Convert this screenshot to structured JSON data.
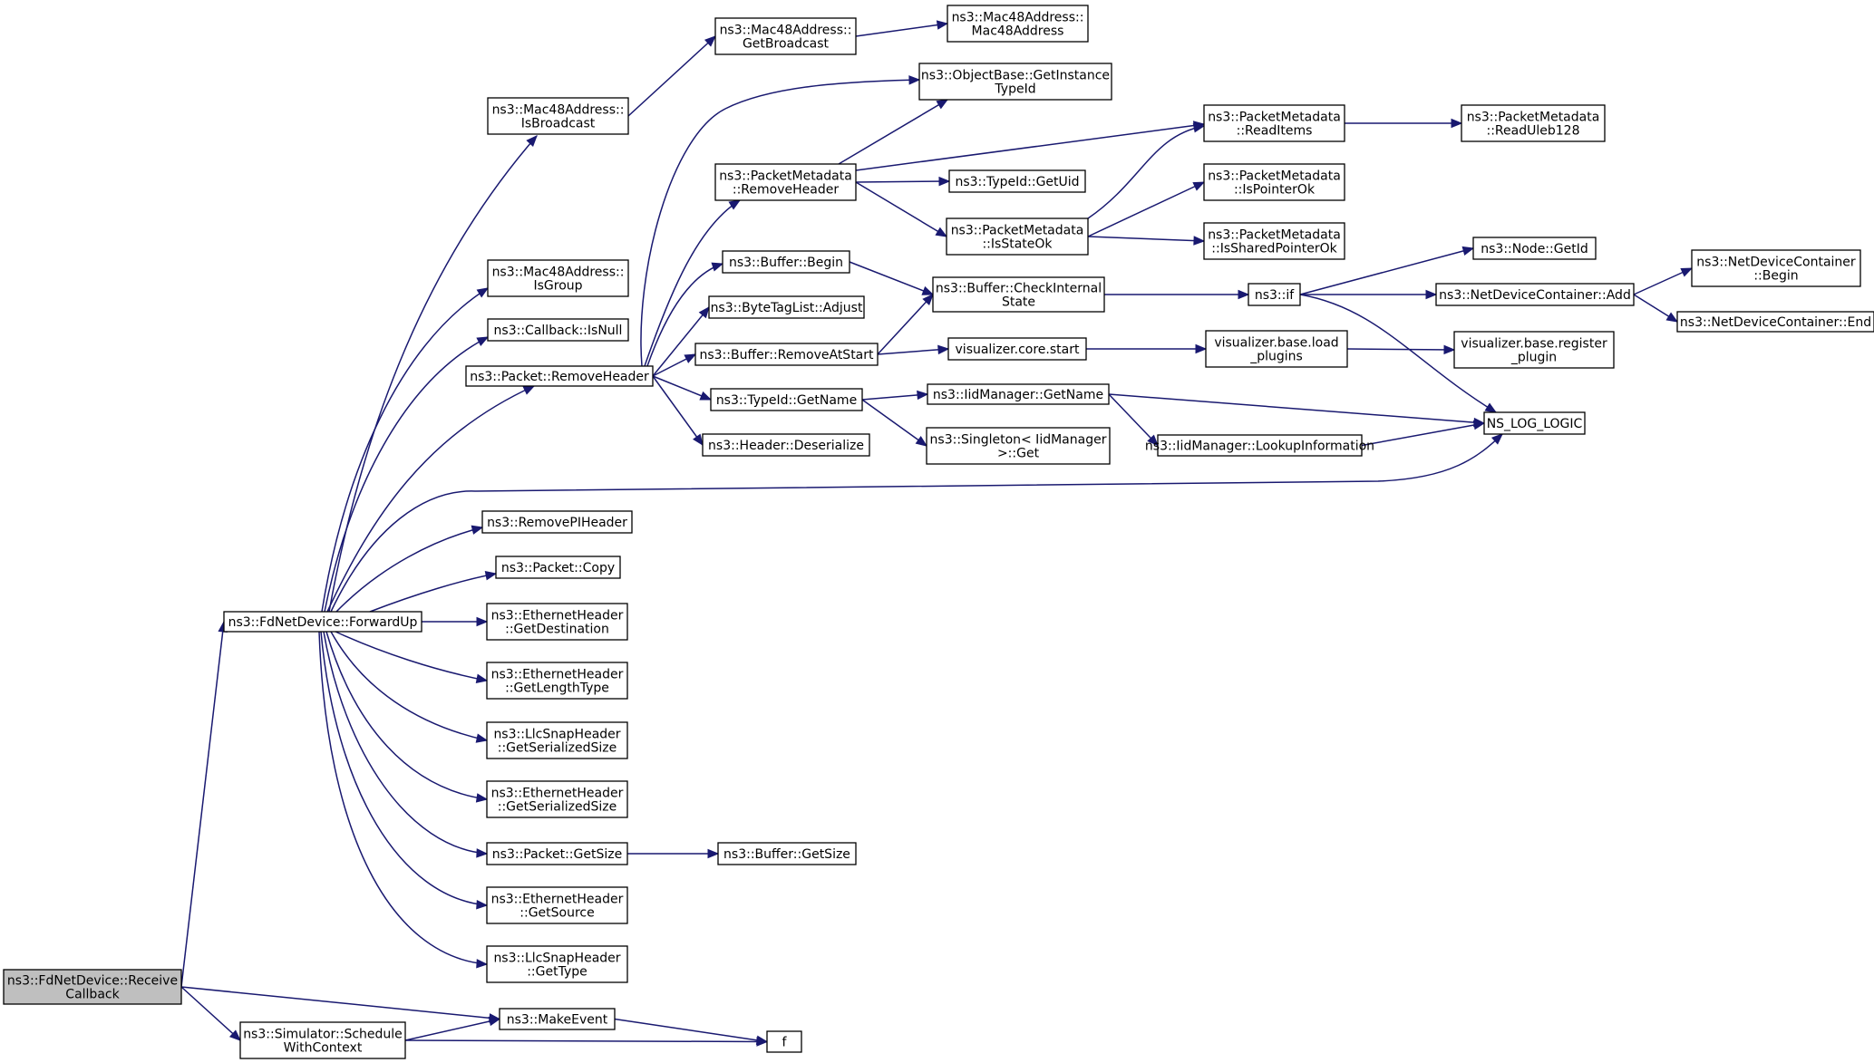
{
  "diagram": {
    "type": "call-graph",
    "colors": {
      "edge": "#191970",
      "node_fill": "#ffffff",
      "root_fill": "#bfbfbf",
      "node_border": "#000000"
    },
    "nodes": [
      {
        "id": "n0",
        "label": [
          "ns3::FdNetDevice::Receive",
          "Callback"
        ],
        "root": true
      },
      {
        "id": "n1",
        "label": [
          "ns3::FdNetDevice::ForwardUp"
        ]
      },
      {
        "id": "n2",
        "label": [
          "ns3::MakeEvent"
        ]
      },
      {
        "id": "n3",
        "label": [
          "ns3::Simulator::Schedule",
          "WithContext"
        ]
      },
      {
        "id": "n4",
        "label": [
          "f"
        ]
      },
      {
        "id": "n5",
        "label": [
          "ns3::Mac48Address::",
          "IsBroadcast"
        ]
      },
      {
        "id": "n6",
        "label": [
          "ns3::Mac48Address::",
          "IsGroup"
        ]
      },
      {
        "id": "n7",
        "label": [
          "ns3::Callback::IsNull"
        ]
      },
      {
        "id": "n8",
        "label": [
          "ns3::Packet::RemoveHeader"
        ]
      },
      {
        "id": "n9",
        "label": [
          "ns3::RemovePIHeader"
        ]
      },
      {
        "id": "n10",
        "label": [
          "ns3::Packet::Copy"
        ]
      },
      {
        "id": "n11",
        "label": [
          "ns3::EthernetHeader",
          "::GetDestination"
        ]
      },
      {
        "id": "n12",
        "label": [
          "ns3::EthernetHeader",
          "::GetLengthType"
        ]
      },
      {
        "id": "n13",
        "label": [
          "ns3::LlcSnapHeader",
          "::GetSerializedSize"
        ]
      },
      {
        "id": "n14",
        "label": [
          "ns3::EthernetHeader",
          "::GetSerializedSize"
        ]
      },
      {
        "id": "n15",
        "label": [
          "ns3::Packet::GetSize"
        ]
      },
      {
        "id": "n16",
        "label": [
          "ns3::EthernetHeader",
          "::GetSource"
        ]
      },
      {
        "id": "n17",
        "label": [
          "ns3::LlcSnapHeader",
          "::GetType"
        ]
      },
      {
        "id": "n18",
        "label": [
          "NS_LOG_LOGIC"
        ]
      },
      {
        "id": "n19",
        "label": [
          "ns3::Mac48Address::",
          "GetBroadcast"
        ]
      },
      {
        "id": "n20",
        "label": [
          "ns3::Mac48Address::",
          "Mac48Address"
        ]
      },
      {
        "id": "n21",
        "label": [
          "ns3::ObjectBase::GetInstance",
          "TypeId"
        ]
      },
      {
        "id": "n22",
        "label": [
          "ns3::PacketMetadata",
          "::RemoveHeader"
        ]
      },
      {
        "id": "n23",
        "label": [
          "ns3::Buffer::Begin"
        ]
      },
      {
        "id": "n24",
        "label": [
          "ns3::ByteTagList::Adjust"
        ]
      },
      {
        "id": "n25",
        "label": [
          "ns3::Buffer::RemoveAtStart"
        ]
      },
      {
        "id": "n26",
        "label": [
          "ns3::TypeId::GetName"
        ]
      },
      {
        "id": "n27",
        "label": [
          "ns3::Header::Deserialize"
        ]
      },
      {
        "id": "n28",
        "label": [
          "ns3::PacketMetadata",
          "::ReadItems"
        ]
      },
      {
        "id": "n29",
        "label": [
          "ns3::PacketMetadata",
          "::ReadUleb128"
        ]
      },
      {
        "id": "n30",
        "label": [
          "ns3::TypeId::GetUid"
        ]
      },
      {
        "id": "n31",
        "label": [
          "ns3::PacketMetadata",
          "::IsStateOk"
        ]
      },
      {
        "id": "n32",
        "label": [
          "ns3::PacketMetadata",
          "::IsPointerOk"
        ]
      },
      {
        "id": "n33",
        "label": [
          "ns3::PacketMetadata",
          "::IsSharedPointerOk"
        ]
      },
      {
        "id": "n34",
        "label": [
          "ns3::Buffer::CheckInternal",
          "State"
        ]
      },
      {
        "id": "n35",
        "label": [
          "ns3::if"
        ]
      },
      {
        "id": "n36",
        "label": [
          "ns3::Node::GetId"
        ]
      },
      {
        "id": "n37",
        "label": [
          "ns3::NetDeviceContainer::Add"
        ]
      },
      {
        "id": "n38",
        "label": [
          "ns3::NetDeviceContainer",
          "::Begin"
        ]
      },
      {
        "id": "n39",
        "label": [
          "ns3::NetDeviceContainer::End"
        ]
      },
      {
        "id": "n40",
        "label": [
          "visualizer.core.start"
        ]
      },
      {
        "id": "n41",
        "label": [
          "visualizer.base.load",
          "_plugins"
        ]
      },
      {
        "id": "n42",
        "label": [
          "visualizer.base.register",
          "_plugin"
        ]
      },
      {
        "id": "n43",
        "label": [
          "ns3::IidManager::GetName"
        ]
      },
      {
        "id": "n44",
        "label": [
          "ns3::Singleton< IidManager",
          " >::Get"
        ]
      },
      {
        "id": "n45",
        "label": [
          "ns3::IidManager::LookupInformation"
        ]
      },
      {
        "id": "n46",
        "label": [
          "ns3::Buffer::GetSize"
        ]
      }
    ],
    "edges": [
      [
        "n0",
        "n1"
      ],
      [
        "n0",
        "n2"
      ],
      [
        "n0",
        "n3"
      ],
      [
        "n3",
        "n2"
      ],
      [
        "n3",
        "n4"
      ],
      [
        "n2",
        "n4"
      ],
      [
        "n1",
        "n5"
      ],
      [
        "n1",
        "n6"
      ],
      [
        "n1",
        "n7"
      ],
      [
        "n1",
        "n8"
      ],
      [
        "n1",
        "n18"
      ],
      [
        "n1",
        "n9"
      ],
      [
        "n1",
        "n10"
      ],
      [
        "n1",
        "n11"
      ],
      [
        "n1",
        "n12"
      ],
      [
        "n1",
        "n13"
      ],
      [
        "n1",
        "n14"
      ],
      [
        "n1",
        "n15"
      ],
      [
        "n1",
        "n16"
      ],
      [
        "n1",
        "n17"
      ],
      [
        "n5",
        "n19"
      ],
      [
        "n19",
        "n20"
      ],
      [
        "n8",
        "n21"
      ],
      [
        "n8",
        "n22"
      ],
      [
        "n8",
        "n23"
      ],
      [
        "n8",
        "n24"
      ],
      [
        "n8",
        "n25"
      ],
      [
        "n8",
        "n26"
      ],
      [
        "n8",
        "n27"
      ],
      [
        "n22",
        "n21"
      ],
      [
        "n22",
        "n28"
      ],
      [
        "n22",
        "n30"
      ],
      [
        "n22",
        "n31"
      ],
      [
        "n28",
        "n29"
      ],
      [
        "n31",
        "n28"
      ],
      [
        "n31",
        "n32"
      ],
      [
        "n31",
        "n33"
      ],
      [
        "n23",
        "n34"
      ],
      [
        "n25",
        "n34"
      ],
      [
        "n25",
        "n40"
      ],
      [
        "n34",
        "n35"
      ],
      [
        "n35",
        "n36"
      ],
      [
        "n35",
        "n37"
      ],
      [
        "n35",
        "n18"
      ],
      [
        "n37",
        "n38"
      ],
      [
        "n37",
        "n39"
      ],
      [
        "n40",
        "n41"
      ],
      [
        "n41",
        "n42"
      ],
      [
        "n26",
        "n43"
      ],
      [
        "n26",
        "n44"
      ],
      [
        "n43",
        "n18"
      ],
      [
        "n43",
        "n45"
      ],
      [
        "n45",
        "n18"
      ],
      [
        "n15",
        "n46"
      ]
    ]
  }
}
